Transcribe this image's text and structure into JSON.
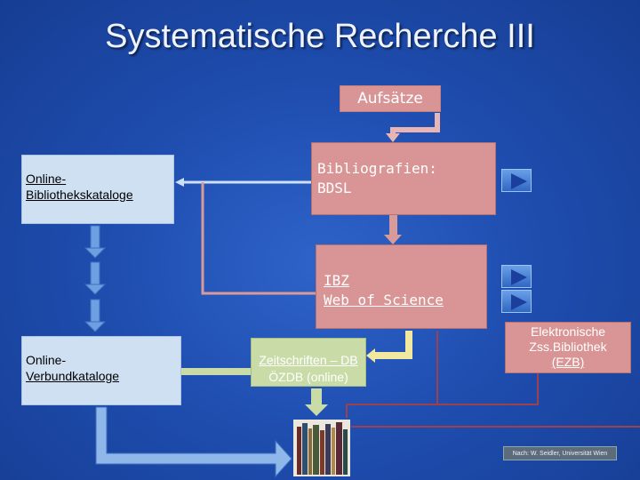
{
  "title": "Systematische Recherche III",
  "boxes": {
    "aufsaetze": "Aufsätze",
    "bibliografien_line1": "Bibliografien:",
    "bibliografien_line2": "BDSL",
    "ibz": "IBZ",
    "wos": "Web of Science",
    "ezb_line1": "Elektronische",
    "ezb_line2": "Zss.Bibliothek",
    "ezb_line3": "(EZB)",
    "zeit_line1": "Zeitschriften – DB",
    "zeit_line2": "ÖZDB (online)",
    "obk_line1": "Online-",
    "obk_line2": "Bibliothekskataloge",
    "ovk_line1": "Online-",
    "ovk_line2": "Verbundkataloge"
  },
  "credit": "Nach: W. Seidler, Universität Wien",
  "icons": {
    "nav_button": "play-triangle-icon",
    "books": "bookshelf-icon"
  },
  "colors": {
    "pink_box": "#d99595",
    "green_box": "#c9dca8",
    "lightblue_box": "#cfe0f3",
    "connector_light": "#cde0f4",
    "connector_pink": "#d99a9a",
    "connector_yellow": "#f2e9a0",
    "connector_red": "#a0404a"
  }
}
